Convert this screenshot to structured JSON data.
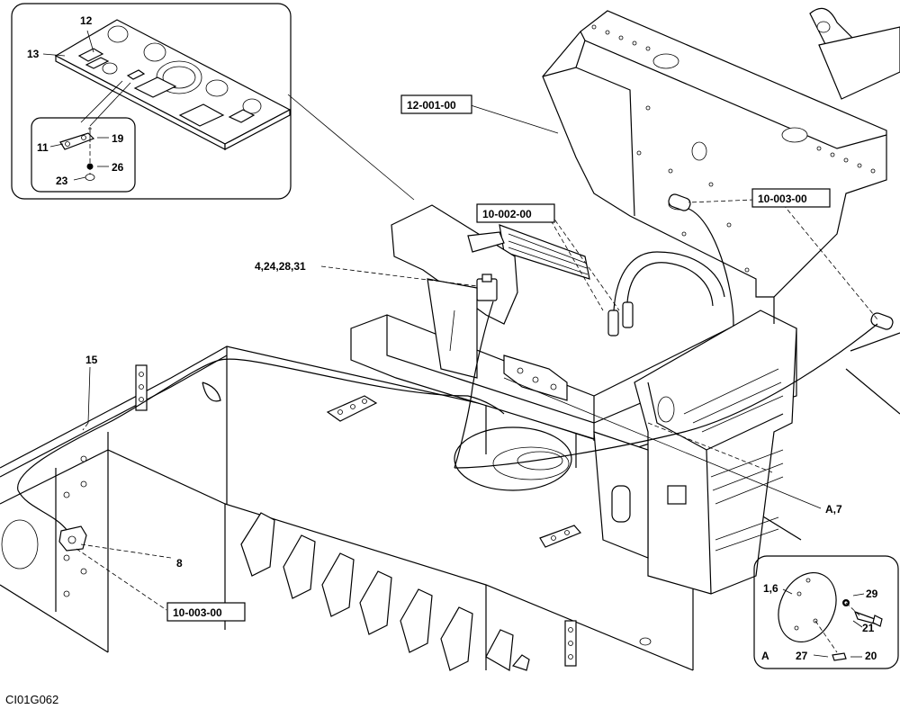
{
  "labels": {
    "l12": "12",
    "l13": "13",
    "l11": "11",
    "l19": "19",
    "l26": "26",
    "l23": "23",
    "l15": "15",
    "l8": "8",
    "a7": "A,7",
    "l4": "4,24,28,31",
    "l16": "1,6",
    "l29": "29",
    "l21": "21",
    "l27": "27",
    "l20": "20",
    "lA": "A"
  },
  "refs": {
    "r12001": "12-001-00",
    "r10002": "10-002-00",
    "r10003a": "10-003-00",
    "r10003b": "10-003-00"
  },
  "drawing_code": "CI01G062"
}
